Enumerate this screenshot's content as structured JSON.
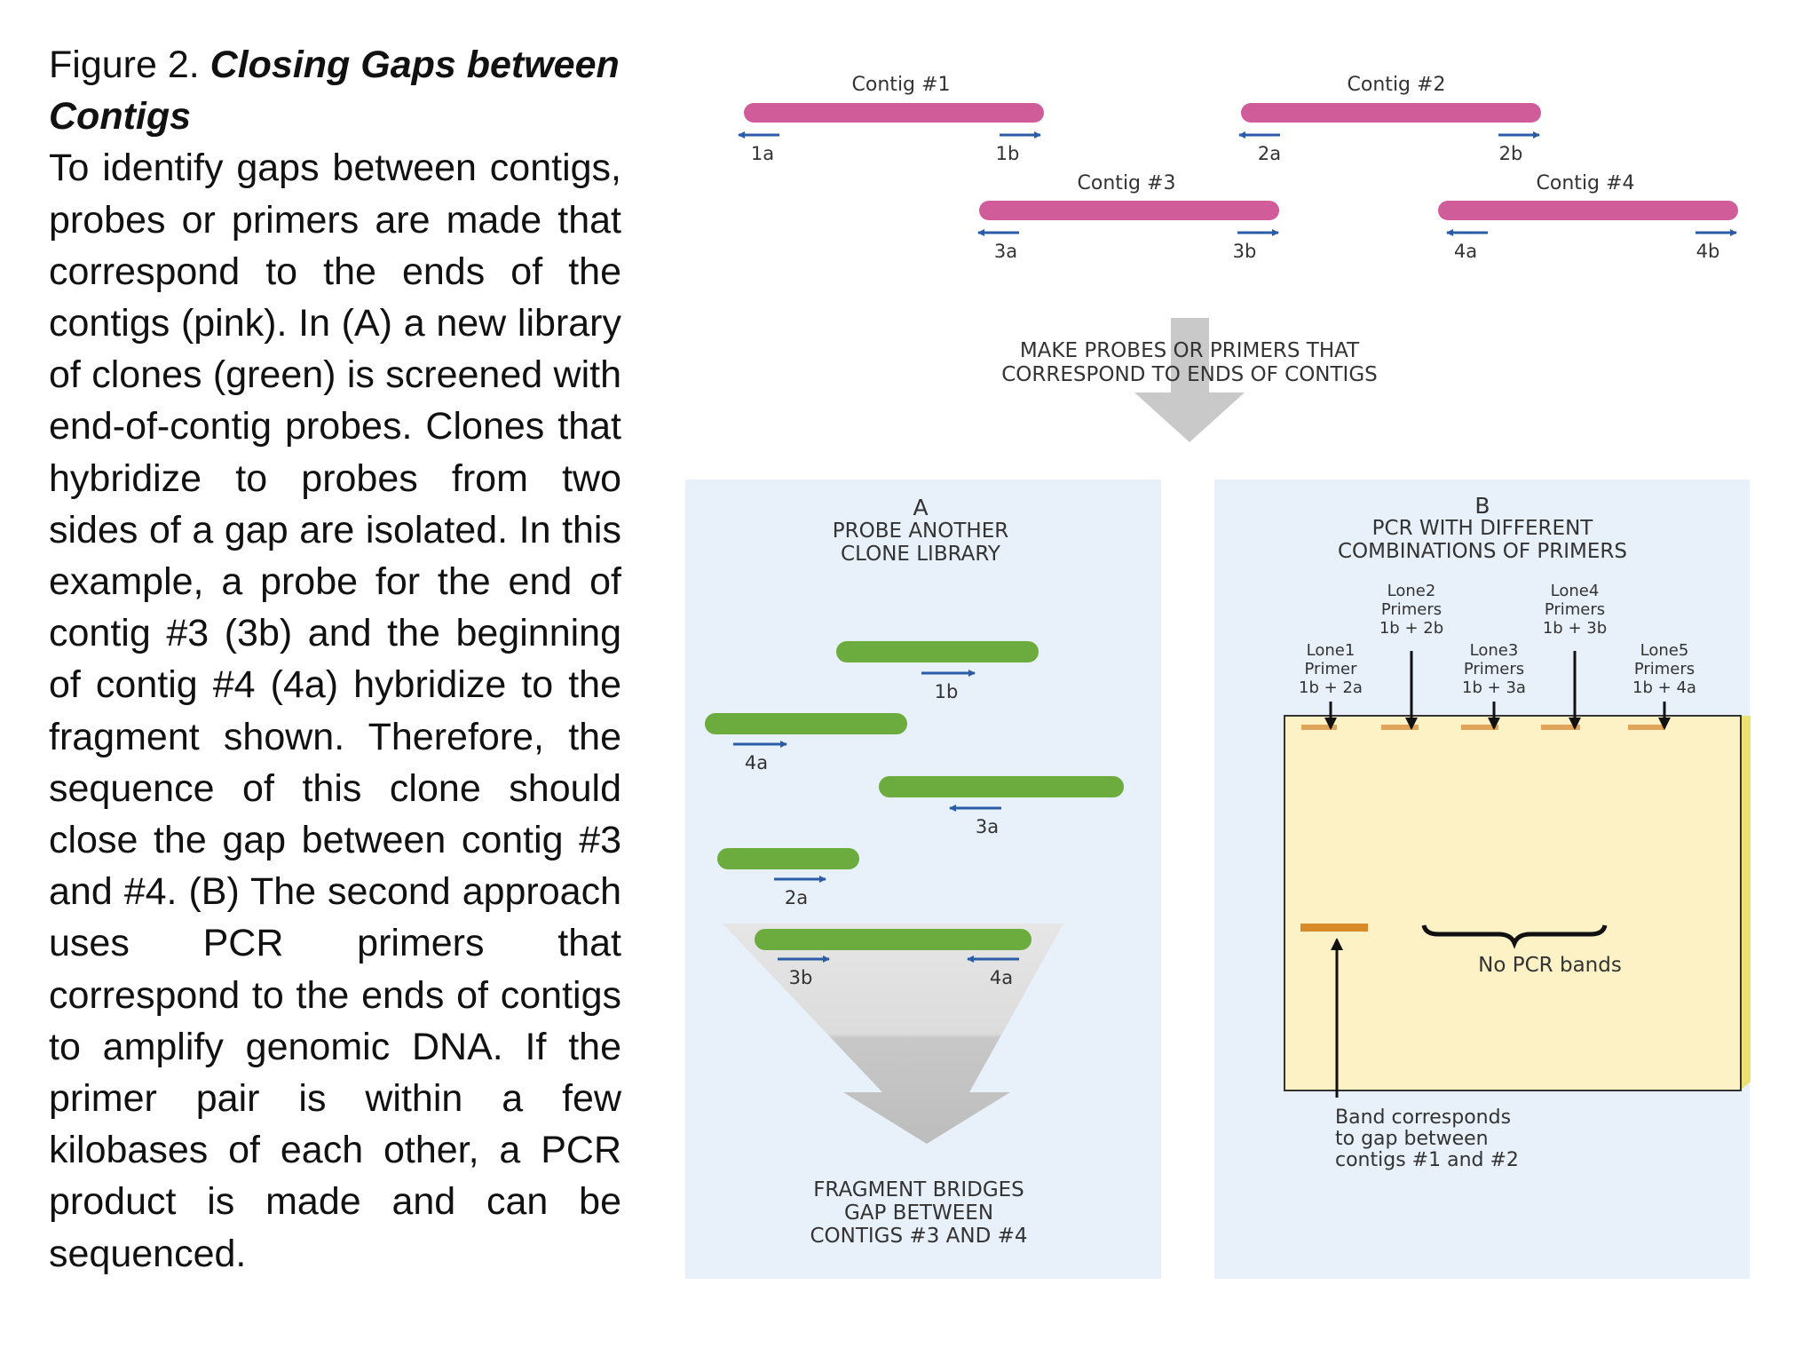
{
  "caption": {
    "prefix": "Figure 2. ",
    "title": "Closing Gaps between Contigs",
    "body": "To identify gaps between contigs, probes or primers are made that correspond to the ends of the contigs (pink). In (A) a new library of clones (green) is screened with end-of-contig probes. Clones that hybridize to probes from two sides of a gap are isolated. In this example, a probe for the end of contig #3 (3b) and the beginning of contig #4 (4a) hybridize to the fragment shown. Therefore, the sequence of this clone should close the gap between contig #3 and #4. (B) The second approach uses PCR primers that correspond to the ends of contigs to amplify genomic DNA. If the primer pair is within a few kilobases of each other, a PCR product is made and can be sequenced."
  },
  "figure": {
    "contigs": [
      {
        "label": "Contig #1",
        "left_end": "1a",
        "right_end": "1b"
      },
      {
        "label": "Contig #2",
        "left_end": "2a",
        "right_end": "2b"
      },
      {
        "label": "Contig #3",
        "left_end": "3a",
        "right_end": "3b"
      },
      {
        "label": "Contig #4",
        "left_end": "4a",
        "right_end": "4b"
      }
    ],
    "step_text": [
      "MAKE PROBES OR PRIMERS THAT",
      "CORRESPOND TO ENDS OF CONTIGS"
    ],
    "panel_a": {
      "letter": "A",
      "heading": [
        "PROBE ANOTHER",
        "CLONE LIBRARY"
      ],
      "clone_labels": [
        "1b",
        "4a",
        "3a",
        "2a"
      ],
      "fragment_labels": [
        "3b",
        "4a"
      ],
      "result": [
        "FRAGMENT BRIDGES",
        "GAP BETWEEN",
        "CONTIGS #3 AND #4"
      ]
    },
    "panel_b": {
      "letter": "B",
      "heading": [
        "PCR WITH DIFFERENT",
        "COMBINATIONS OF PRIMERS"
      ],
      "lanes_top": [
        {
          "lane": "Lone2",
          "primers": "Primers",
          "pair": "1b + 2b"
        },
        {
          "lane": "Lone4",
          "primers": "Primers",
          "pair": "1b + 3b"
        }
      ],
      "lanes_bottom": [
        {
          "lane": "Lone1",
          "primers": "Primer",
          "pair": "1b + 2a"
        },
        {
          "lane": "Lone3",
          "primers": "Primers",
          "pair": "1b + 3a"
        },
        {
          "lane": "Lone5",
          "primers": "Primers",
          "pair": "1b + 4a"
        }
      ],
      "no_bands": "No PCR bands",
      "band_note": [
        "Band corresponds",
        "to gap between",
        "contigs #1 and #2"
      ]
    },
    "colors": {
      "contig": "#d05c9a",
      "clone": "#6cab3e",
      "arrow": "#2a5ca8",
      "panel": "#e8f0fa",
      "gel": "#fdf2c6",
      "band": "#d88a28"
    }
  }
}
